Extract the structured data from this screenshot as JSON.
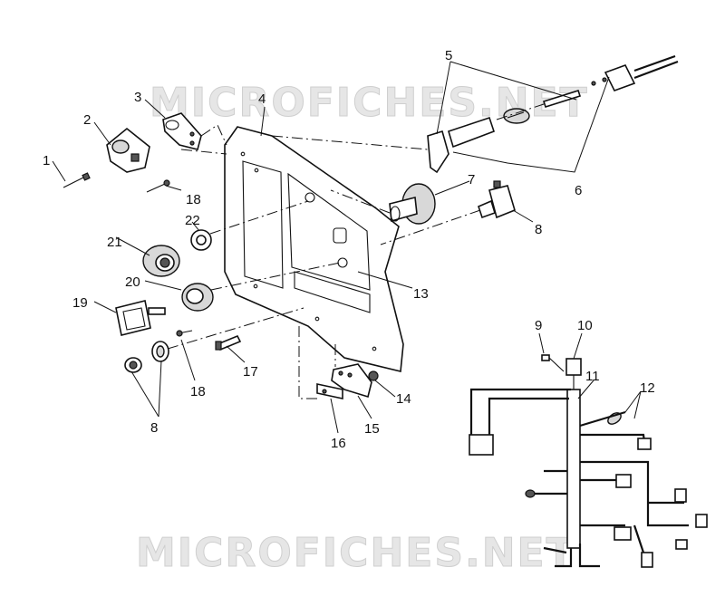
{
  "watermarks": [
    "MICROFICHES.NET",
    "MICROFICHES.NET"
  ],
  "callouts": {
    "c1": "1",
    "c2": "2",
    "c3": "3",
    "c4": "4",
    "c5": "5",
    "c6": "6",
    "c7": "7",
    "c8a": "8",
    "c8b": "8",
    "c9": "9",
    "c10": "10",
    "c11": "11",
    "c12": "12",
    "c13": "13",
    "c14": "14",
    "c15": "15",
    "c16": "16",
    "c17": "17",
    "c18a": "18",
    "c18b": "18",
    "c19": "19",
    "c20": "20",
    "c21": "21",
    "c22": "22"
  }
}
